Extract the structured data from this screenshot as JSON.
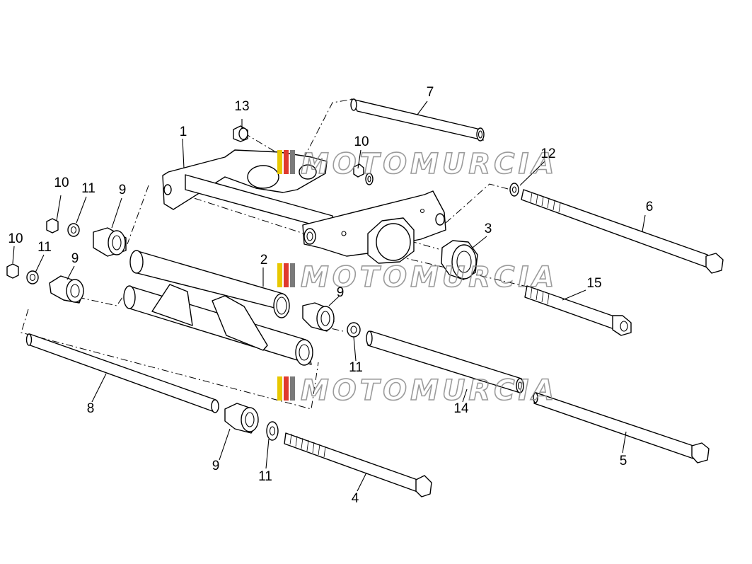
{
  "watermark": {
    "text": "MOTOMURCIA",
    "colors": [
      "#e8c800",
      "#e03a2e",
      "#7a7a7a"
    ]
  },
  "callouts": {
    "c1": "1",
    "c2": "2",
    "c3": "3",
    "c4": "4",
    "c5": "5",
    "c6": "6",
    "c7": "7",
    "c8": "8",
    "c9a": "9",
    "c9b": "9",
    "c9c": "9",
    "c9d": "9",
    "c10a": "10",
    "c10b": "10",
    "c10c": "10",
    "c11a": "11",
    "c11b": "11",
    "c11c": "11",
    "c11d": "11",
    "c12": "12",
    "c13": "13",
    "c14": "14",
    "c15": "15"
  }
}
